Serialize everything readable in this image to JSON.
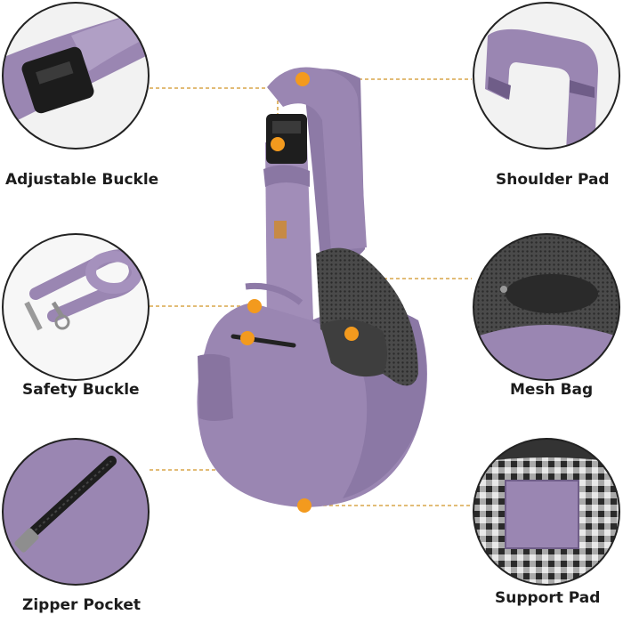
{
  "features": [
    {
      "id": "adjustable-buckle",
      "label": "Adjustable Buckle",
      "icon": "buckle-icon"
    },
    {
      "id": "shoulder-pad",
      "label": "Shoulder Pad",
      "icon": "shoulder-pad-icon"
    },
    {
      "id": "safety-buckle",
      "label": "Safety Buckle",
      "icon": "safety-clip-icon"
    },
    {
      "id": "mesh-bag",
      "label": "Mesh Bag",
      "icon": "mesh-bag-icon"
    },
    {
      "id": "zipper-pocket",
      "label": "Zipper Pocket",
      "icon": "zipper-icon"
    },
    {
      "id": "support-pad",
      "label": "Support Pad",
      "icon": "support-pad-icon"
    }
  ],
  "colors": {
    "fabric": "#9a86b2",
    "fabric_dark": "#7d6a96",
    "fabric_light": "#b3a2c8",
    "accent": "#f39a1e",
    "leader": "#d9a64a",
    "circle_border": "#222222",
    "mesh": "#3a3a3a",
    "plaid_dark": "#2f2f2f",
    "plaid_light": "#e8e8e8"
  }
}
